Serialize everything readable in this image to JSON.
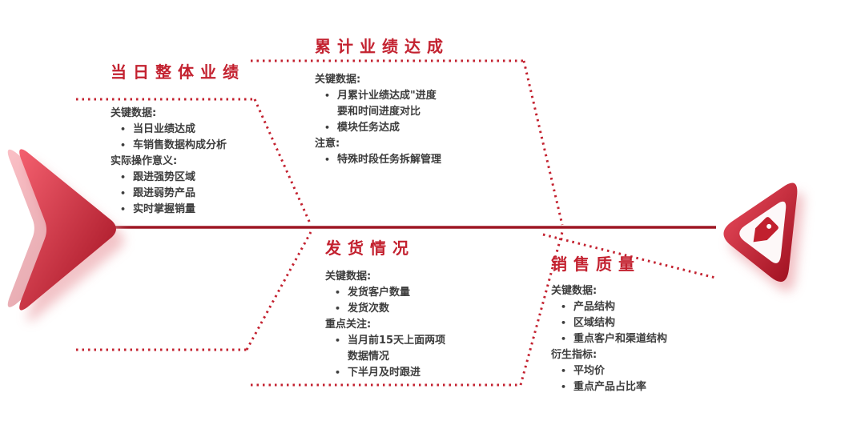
{
  "colors": {
    "accent": "#c3212f",
    "spine": "#9d1623",
    "text": "#3d3d3d"
  },
  "ui": {
    "bullet": "•",
    "left_icon": "forward-arrow-icon",
    "right_icon": "tag-badge-icon"
  },
  "sections": [
    {
      "id": "daily",
      "title": "当日整体业绩",
      "groups": [
        {
          "heading": "关键数据:",
          "items": [
            "当日业绩达成",
            "车销售数据构成分析"
          ]
        },
        {
          "heading": "实际操作意义:",
          "items": [
            "跟进强势区域",
            "跟进弱势产品",
            "实时掌握销量"
          ]
        }
      ]
    },
    {
      "id": "cumulative",
      "title": "累计业绩达成",
      "groups": [
        {
          "heading": "关键数据:",
          "items": [
            "月累计业绩达成\"进度\n要和时间进度对比",
            "模块任务达成"
          ]
        },
        {
          "heading": "注意:",
          "items": [
            "特殊时段任务拆解管理"
          ]
        }
      ]
    },
    {
      "id": "shipping",
      "title": "发货情况",
      "groups": [
        {
          "heading": "关键数据:",
          "items": [
            "发货客户数量",
            "发货次数"
          ]
        },
        {
          "heading": "重点关注:",
          "items": [
            "当月前15天上面两项\n数据情况",
            "下半月及时跟进"
          ]
        }
      ]
    },
    {
      "id": "quality",
      "title": "销售质量",
      "groups": [
        {
          "heading": "关键数据:",
          "items": [
            "产品结构",
            "区域结构",
            "重点客户和渠道结构"
          ]
        },
        {
          "heading": "衍生指标:",
          "items": [
            "平均价",
            "重点产品占比率"
          ]
        }
      ]
    }
  ]
}
